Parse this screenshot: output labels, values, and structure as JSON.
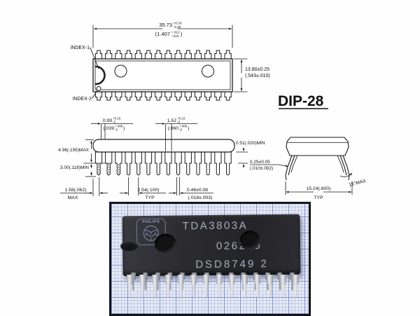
{
  "drawing": {
    "package_label": "DIP-28",
    "index1_label": "INDEX-1",
    "index2_label": "INDEX-2",
    "dims": {
      "paren_close": ")",
      "body_len_mm": "35.73",
      "body_len_tol_p": "+0.30",
      "body_len_tol_m": "-0.25",
      "body_len_in": "(1.407",
      "body_len_in_tol_p": "+.012",
      "body_len_in_tol_m": "-.010",
      "body_w": "13.80±0.25",
      "body_w_in": "(.543±.010)",
      "lead_off_mm": "0.99",
      "lead_off_tol_p": "+0.15",
      "lead_off_tol_m": "-0",
      "lead_off_in": "(.039",
      "lead_off_in_tol_p": "+.006",
      "lead_off_in_tol_m": "-0",
      "shoulder_w_mm": "1.52",
      "shoulder_w_tol_p": "+0.15",
      "shoulder_w_tol_m": "-0",
      "shoulder_w_in": "(.060",
      "shoulder_w_in_tol_p": "+.006",
      "shoulder_w_in_tol_m": "-0",
      "height_max": "4.96(.195)MAX",
      "standoff_min": "3.00(.118)MIN",
      "end_gap": "1.58(.062)",
      "end_gap_note": "MAX",
      "pitch": "2.54(.100)",
      "pitch_note": "TYP",
      "lead_w": "0.46±0.08",
      "lead_w_in": "(.018±.003)",
      "shoulder_len_min": "0.51(.020)MIN",
      "lead_thk": "0.25±0.05",
      "lead_thk_in": "(.010±.002)",
      "row_spacing": "15.24(.600)",
      "row_spacing_note": "TYP",
      "lead_angle": "15°MAX"
    }
  },
  "photo": {
    "brand": "PHILIPS",
    "markings": {
      "line1": "TDA3803A",
      "line2": "026280",
      "line3": "DSD8749 2"
    }
  },
  "colors": {
    "line": "#1a1a1a",
    "paper": "#e7ebf5",
    "grid_major": "#5069b9",
    "chip_body": "#2b2b30",
    "chip_text": "#a2a7b2",
    "pin_metal": "#eceef2",
    "photo_border": "#15161a"
  }
}
